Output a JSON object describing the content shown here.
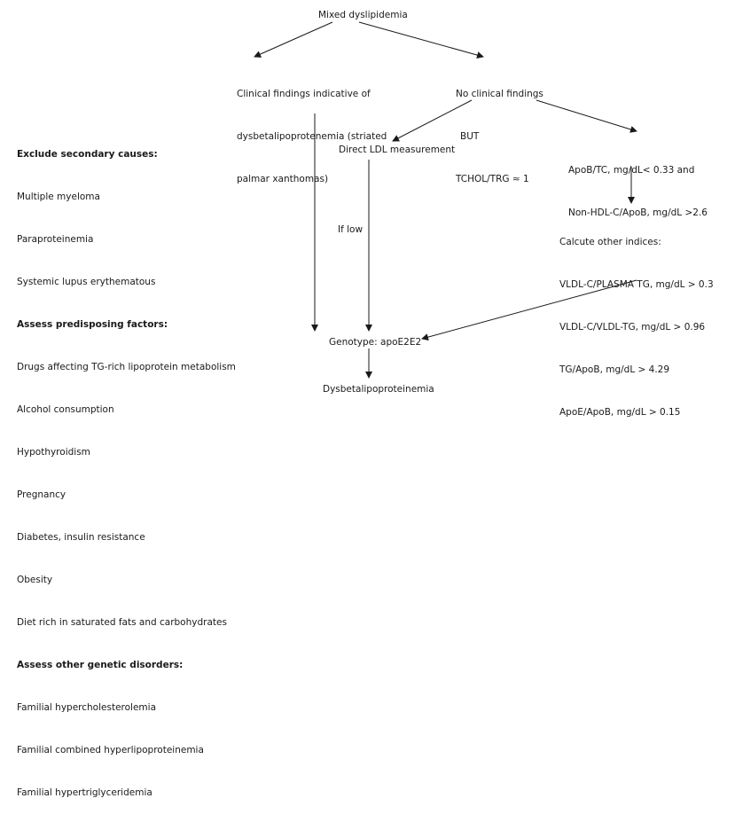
{
  "nodes": {
    "mixed": "Mixed dyslipidemia",
    "clinical_findings": [
      "Clinical findings indicative of",
      "dysbetalipoprotenemia (striated",
      "palmar xanthomas)"
    ],
    "no_clinical_findings": [
      "No clinical findings",
      "BUT",
      "TCHOL/TRG ≈ 1"
    ],
    "direct_ldl": "Direct LDL measurement",
    "if_low": "If low",
    "apob_ratios": [
      "ApoB/TC, mg/dL< 0.33 and",
      "Non-HDL-C/ApoB, mg/dL >2.6"
    ],
    "indices_title": "Calcute other indices:",
    "indices": [
      "VLDL-C/PLASMA TG, mg/dL > 0.3",
      "VLDL-C/VLDL-TG, mg/dL > 0.96",
      "TG/ApoB, mg/dL > 4.29",
      "ApoE/ApoB, mg/dL > 0.15"
    ],
    "genotype": "Genotype: apoE2E2",
    "diagnosis": "Dysbetalipoproteinemia"
  },
  "side_panel": {
    "secondary_heading": "Exclude secondary causes:",
    "secondary_items": [
      "Multiple myeloma",
      "Paraproteinemia",
      "Systemic lupus erythematous"
    ],
    "predisposing_heading": "Assess predisposing factors:",
    "predisposing_items": [
      "Drugs affecting TG-rich lipoprotein metabolism",
      "Alcohol consumption",
      "Hypothyroidism",
      "Pregnancy",
      "Diabetes, insulin resistance",
      "Obesity",
      "Diet rich in saturated fats and carbohydrates"
    ],
    "genetic_heading": "Assess other genetic disorders:",
    "genetic_items": [
      "Familial hypercholesterolemia",
      "Familial combined hyperlipoproteinemia",
      "Familial hypertriglyceridemia"
    ]
  }
}
